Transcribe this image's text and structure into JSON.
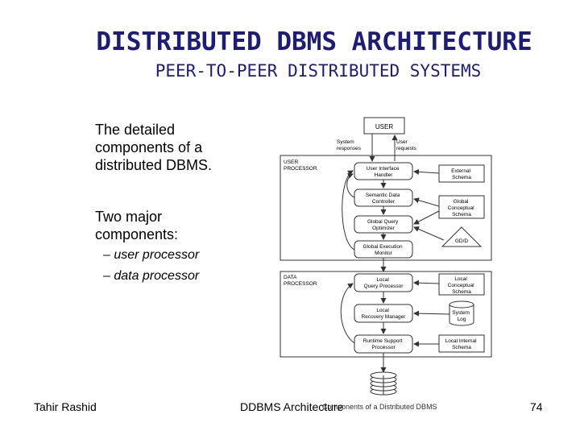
{
  "slide": {
    "title": "DISTRIBUTED DBMS ARCHITECTURE",
    "subtitle": "PEER-TO-PEER DISTRIBUTED SYSTEMS",
    "bullets": [
      {
        "lines": [
          "The detailed",
          "components of a",
          "distributed DBMS."
        ]
      },
      {
        "lines": [
          "Two major",
          "components:"
        ]
      }
    ],
    "subitems": [
      "– user processor",
      "– data processor"
    ],
    "footer": {
      "author": "Tahir Rashid",
      "course": "DDBMS Architecture",
      "page": "74"
    }
  },
  "diagram": {
    "user": "USER",
    "system_responses": [
      "System",
      "responses"
    ],
    "user_requests": [
      "User",
      "requests"
    ],
    "user_processor_label": [
      "USER",
      "PROCESSOR"
    ],
    "data_processor_label": [
      "DATA",
      "PROCESSOR"
    ],
    "user_modules": [
      [
        "User Interface",
        "Handler"
      ],
      [
        "Semantic Data",
        "Controller"
      ],
      [
        "Global Query",
        "Optimizer"
      ],
      [
        "Global Execution",
        "Monitor"
      ]
    ],
    "user_schemas": [
      [
        "External",
        "Schema"
      ],
      [
        "Global",
        "Conceptual",
        "Schema"
      ],
      [
        "GD/D"
      ]
    ],
    "data_modules": [
      [
        "Local",
        "Query Processor"
      ],
      [
        "Local",
        "Recovery Manager"
      ],
      [
        "Runtime Support",
        "Processor"
      ]
    ],
    "data_schemas": [
      [
        "Local",
        "Conceptual",
        "Schema"
      ],
      [
        "System",
        "Log"
      ],
      [
        "Local Internal",
        "Schema"
      ]
    ],
    "caption": "Components of a Distributed DBMS"
  }
}
